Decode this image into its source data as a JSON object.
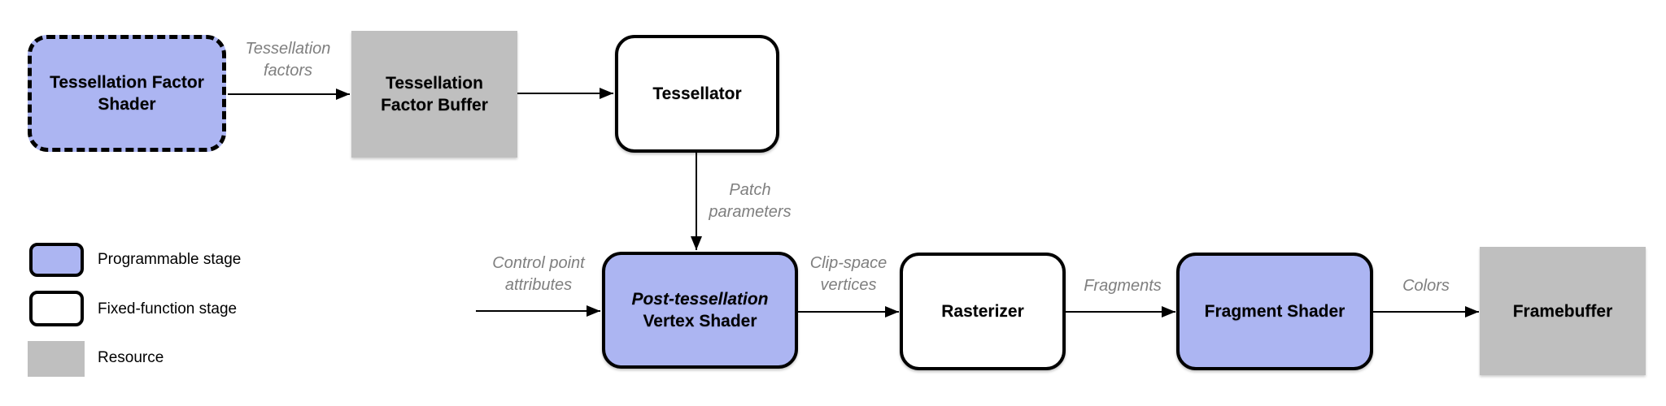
{
  "diagram": {
    "title": "tessellation-graphics-pipeline",
    "nodes": {
      "tess_factor_shader": {
        "line1": "Tessellation Factor",
        "line2": "Shader",
        "kind": "programmable-stage"
      },
      "tess_factor_buffer": {
        "line1": "Tessellation",
        "line2": "Factor Buffer",
        "kind": "resource"
      },
      "tessellator": {
        "label": "Tessellator",
        "kind": "fixed-function-stage"
      },
      "post_tess_vertex_shader": {
        "line1": "Post-tessellation",
        "line2": "Vertex Shader",
        "kind": "programmable-stage"
      },
      "rasterizer": {
        "label": "Rasterizer",
        "kind": "fixed-function-stage"
      },
      "fragment_shader": {
        "label": "Fragment Shader",
        "kind": "programmable-stage"
      },
      "framebuffer": {
        "label": "Framebuffer",
        "kind": "resource"
      }
    },
    "edges": {
      "tess_factors": {
        "line1": "Tessellation",
        "line2": "factors"
      },
      "patch_params": {
        "line1": "Patch",
        "line2": "parameters"
      },
      "control_point": {
        "line1": "Control point",
        "line2": "attributes"
      },
      "clip_space": {
        "line1": "Clip-space",
        "line2": "vertices"
      },
      "fragments": {
        "label": "Fragments"
      },
      "colors_edge": {
        "label": "Colors"
      }
    }
  },
  "legend": {
    "items": [
      {
        "label": "Programmable stage",
        "swatch": "programmable"
      },
      {
        "label": "Fixed-function stage",
        "swatch": "fixed-function"
      },
      {
        "label": "Resource",
        "swatch": "resource"
      }
    ]
  },
  "colors": {
    "programmable_fill": "#ACB5F2",
    "resource_fill": "#BFBFBF",
    "edge_label_text": "#7F7F7F",
    "node_border": "#000000",
    "canvas_bg": "#FFFFFF"
  }
}
